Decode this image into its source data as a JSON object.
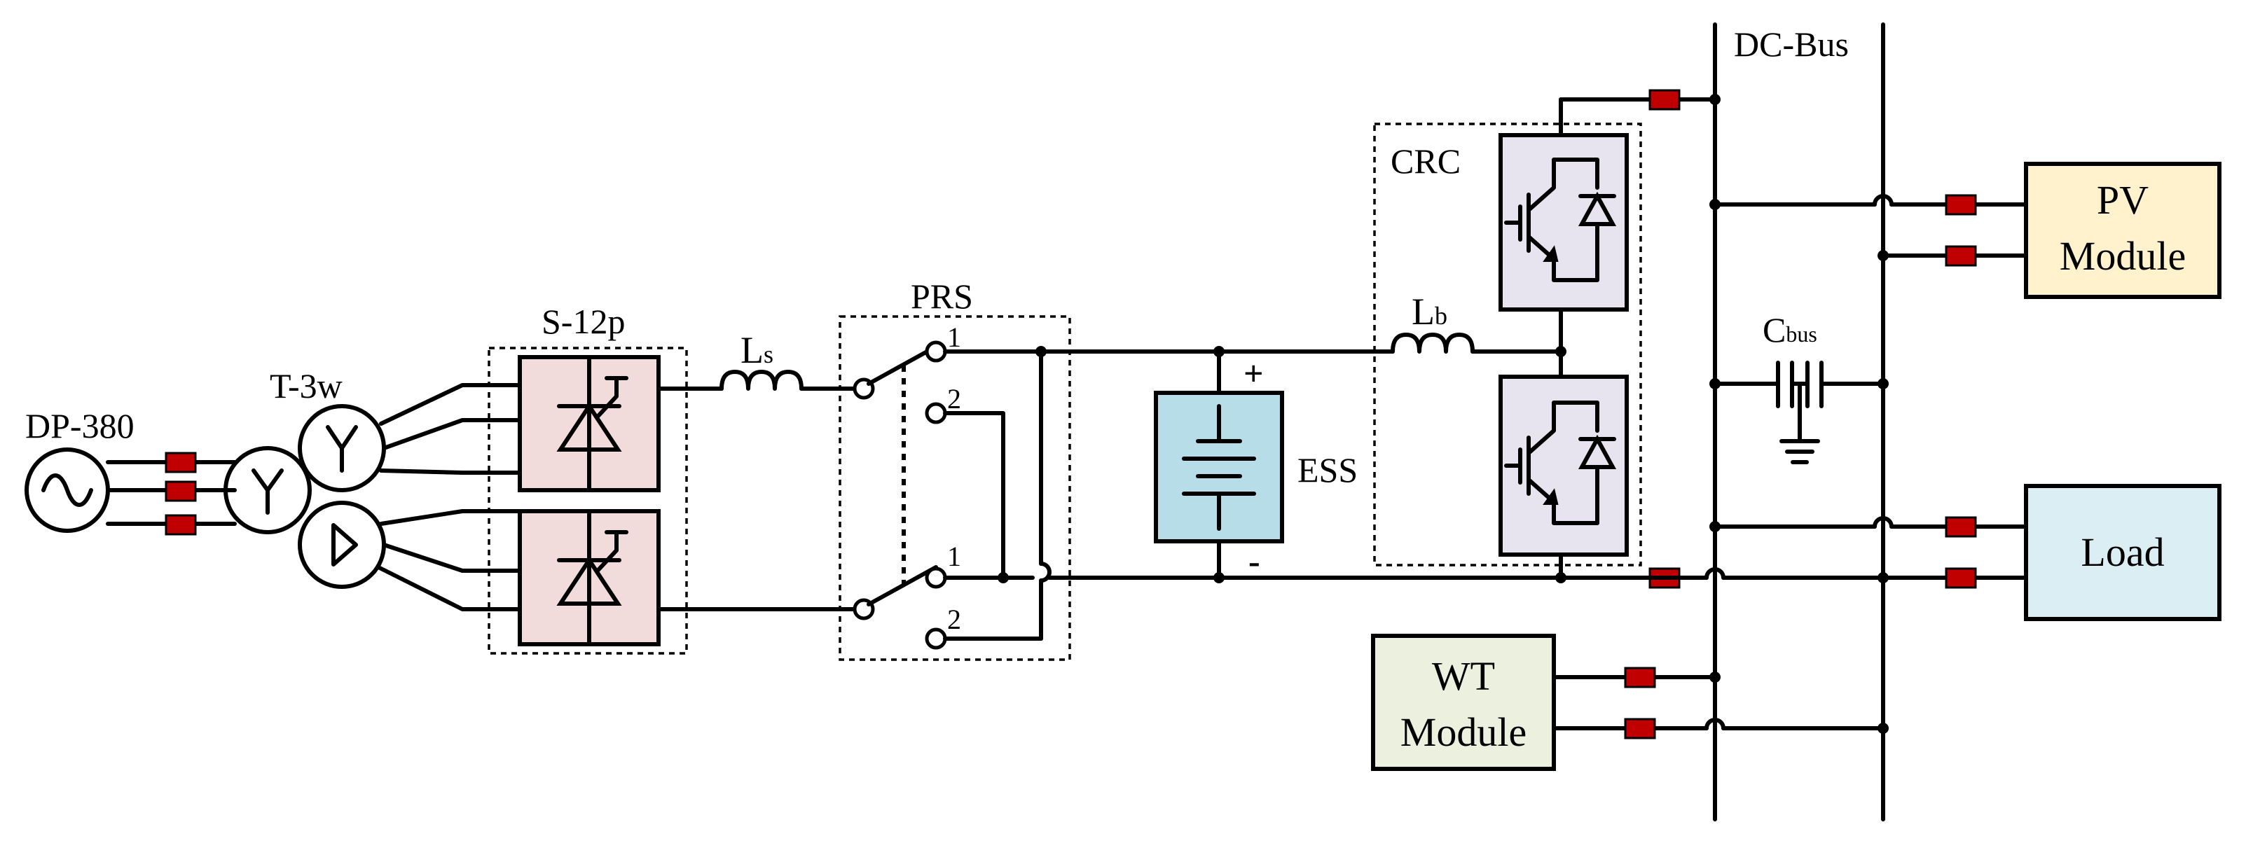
{
  "labels": {
    "source": "DP-380",
    "transformer": "T-3w",
    "rectifier": "S-12p",
    "inductor_s_main": "L",
    "inductor_s_sub": "s",
    "prs": "PRS",
    "prs_top_1": "1",
    "prs_top_2": "2",
    "prs_bot_1": "1",
    "prs_bot_2": "2",
    "ess": "ESS",
    "plus": "+",
    "minus": "-",
    "crc": "CRC",
    "inductor_b_main": "L",
    "inductor_b_sub": "b",
    "dc_bus": "DC-Bus",
    "cap_main": "C",
    "cap_sub": "bus",
    "pv_line1": "PV",
    "pv_line2": "Module",
    "load": "Load",
    "wt_line1": "WT",
    "wt_line2": "Module"
  },
  "colors": {
    "rectifier_fill": "#f2dcdb",
    "ess_fill": "#b7dde8",
    "igbt_fill": "#e8e4ef",
    "pv_fill": "#fff2cc",
    "load_fill": "#dbeef4",
    "wt_fill": "#ebf1de",
    "fuse": "#c00000"
  }
}
